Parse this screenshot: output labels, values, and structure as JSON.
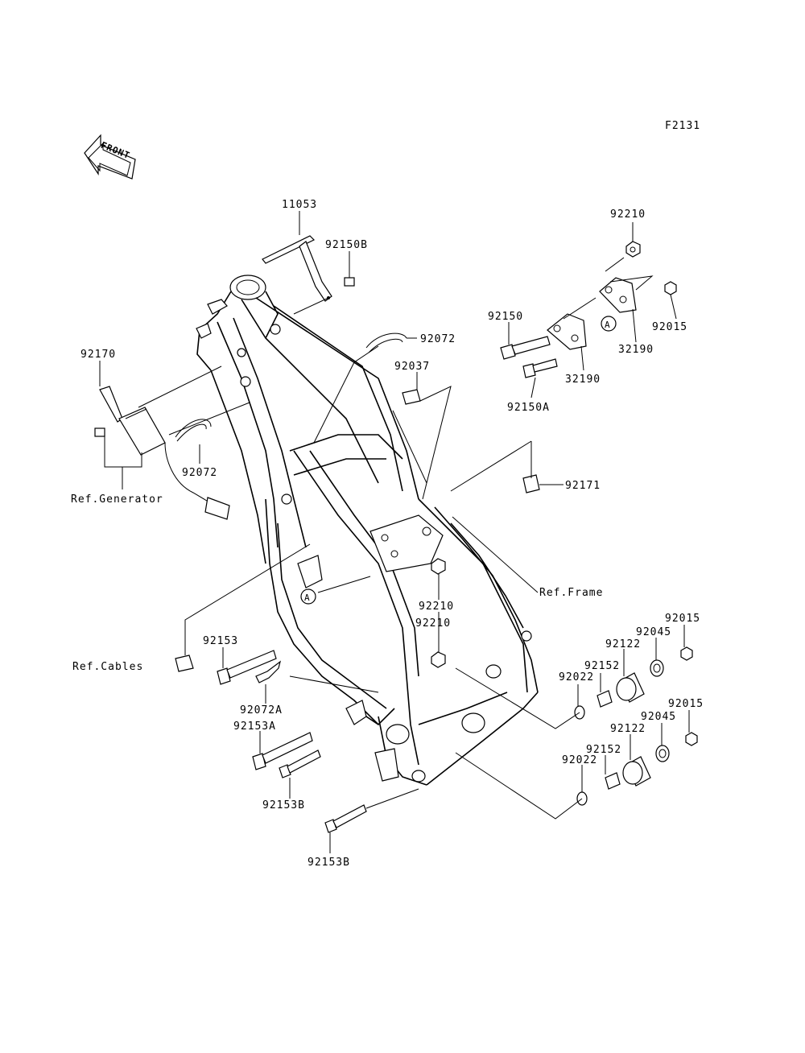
{
  "figure_code": "F2131",
  "front_badge": "FRONT",
  "callouts": {
    "p11053": "11053",
    "p92150B": "92150B",
    "p92210_top": "92210",
    "p92015_top": "92015",
    "p32190_a": "32190",
    "p32190_b": "32190",
    "p92150": "92150",
    "p92150A": "92150A",
    "p92072_top": "92072",
    "p92037": "92037",
    "p92170": "92170",
    "p92072_left": "92072",
    "ref_generator": "Ref.Generator",
    "p92171": "92171",
    "ref_frame": "Ref.Frame",
    "p92210_mid": "92210",
    "p92210_low": "92210",
    "p92153": "92153",
    "ref_cables": "Ref.Cables",
    "p92072A": "92072A",
    "p92153A": "92153A",
    "p92153B_mid": "92153B",
    "p92153B_low": "92153B",
    "p92015_r1": "92015",
    "p92045_r1": "92045",
    "p92122_r1": "92122",
    "p92152_r1": "92152",
    "p92022_r1": "92022",
    "p92015_r2": "92015",
    "p92045_r2": "92045",
    "p92122_r2": "92122",
    "p92152_r2": "92152",
    "p92022_r2": "92022"
  },
  "ref_marker": "A"
}
